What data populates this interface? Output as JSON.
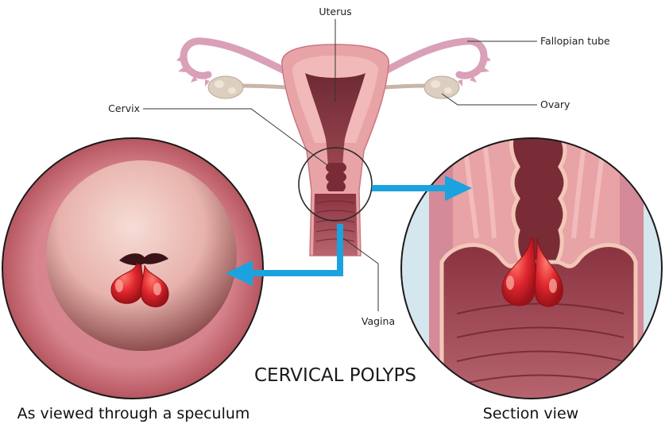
{
  "labels": {
    "uterus": "Uterus",
    "fallopian_tube": "Fallopian tube",
    "cervix": "Cervix",
    "ovary": "Ovary",
    "vagina": "Vagina"
  },
  "title": "CERVICAL POLYPS",
  "captions": {
    "left": "As viewed through a speculum",
    "right": "Section view"
  },
  "colors": {
    "arrow": "#1ba3e0",
    "polyp": "#e0262e",
    "tissue": "#e8a3a6",
    "lumen": "#8a3340"
  }
}
